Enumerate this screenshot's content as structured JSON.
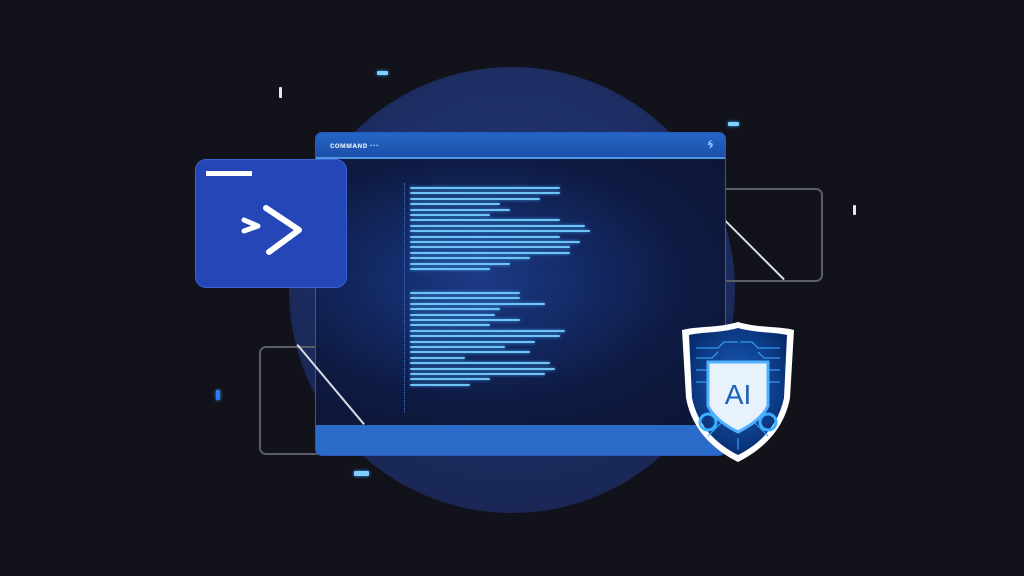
{
  "scene": {
    "description": "Illustration of a code window with terminal icon and AI security shield",
    "colors": {
      "background": "#12131a",
      "circle": "#1e2f66",
      "window_titlebar": "#1f5cbc",
      "window_statusbar": "#2a6ac8",
      "terminal_tile": "#2446b6",
      "code_text": "#6fc3f5",
      "shield_border": "#ffffff",
      "shield_inner": "#0a3a8a"
    }
  },
  "window": {
    "title": "ᴄᴏᴍᴍᴀɴᴅ ···",
    "title_icon": "swirl-icon",
    "code_block_1": [
      150,
      150,
      130,
      90,
      100,
      80,
      150,
      175,
      180,
      150,
      170,
      160,
      160,
      120,
      100,
      80
    ],
    "code_block_2": [
      110,
      110,
      135,
      90,
      85,
      110,
      80,
      155,
      150,
      125,
      95,
      120,
      55,
      140,
      145,
      135,
      80,
      60
    ]
  },
  "terminal_icon": {
    "prompt_glyph": ">",
    "icon": "terminal-prompt-icon"
  },
  "shield": {
    "label": "AI",
    "icon": "ai-shield-icon"
  }
}
